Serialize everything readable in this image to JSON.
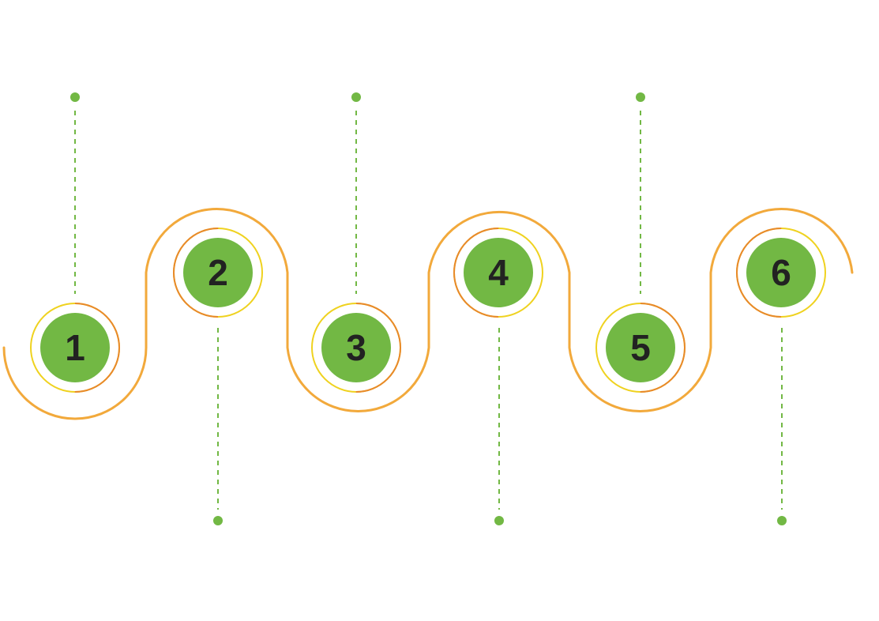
{
  "colors": {
    "background": "#ffffff",
    "wave": "#F2A93B",
    "ring_outer_orange": "#E8892B",
    "ring_outer_yellow": "#EFD21F",
    "node_fill": "#72B844",
    "connector": "#72B844",
    "label": "#222222"
  },
  "steps": [
    {
      "label": "1"
    },
    {
      "label": "2"
    },
    {
      "label": "3"
    },
    {
      "label": "4"
    },
    {
      "label": "5"
    },
    {
      "label": "6"
    }
  ]
}
